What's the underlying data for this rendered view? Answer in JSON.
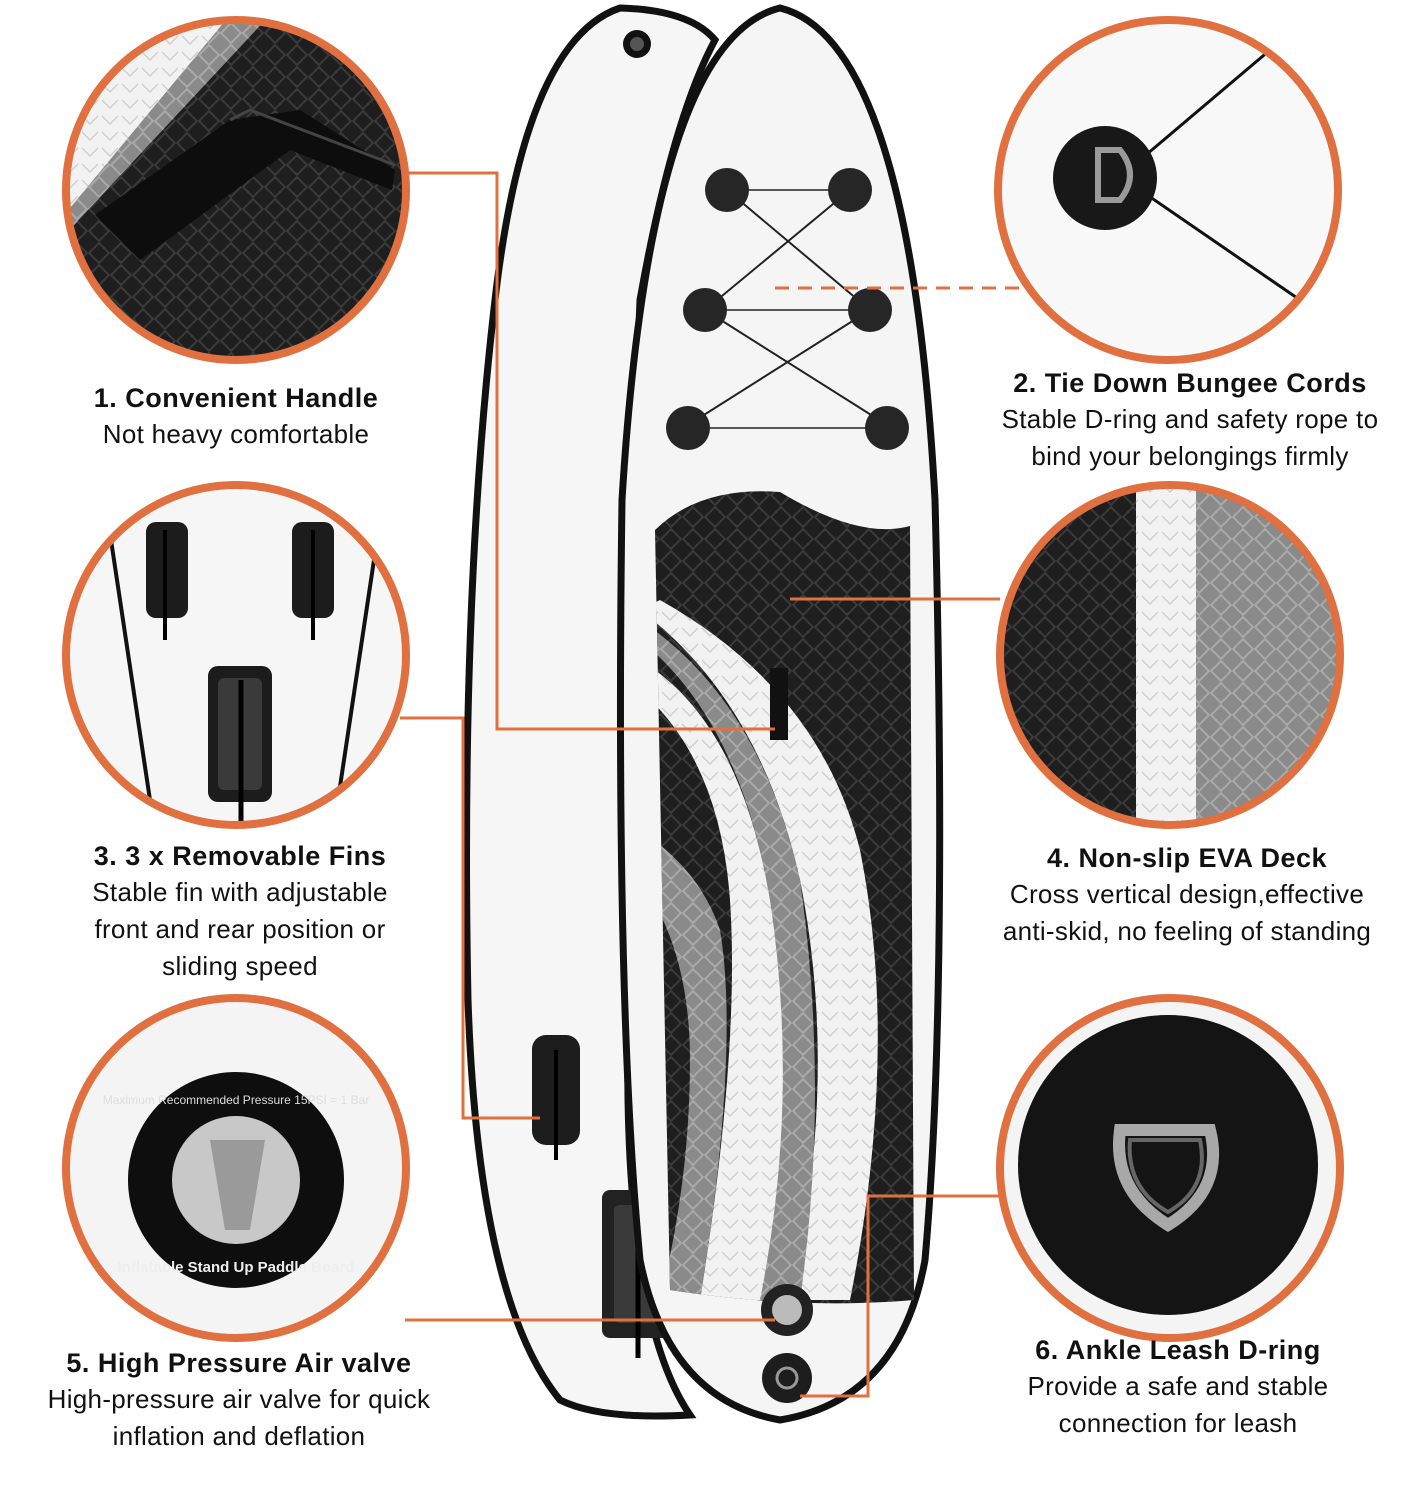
{
  "features": [
    {
      "title": "1. Convenient Handle",
      "desc": [
        "Not heavy comfortable"
      ]
    },
    {
      "title": "2. Tie Down Bungee Cords",
      "desc": [
        "Stable D-ring and safety rope to",
        "bind your belongings firmly"
      ]
    },
    {
      "title": "3. 3 x Removable Fins",
      "desc": [
        "Stable fin with adjustable",
        "front and rear position or",
        "sliding speed"
      ]
    },
    {
      "title": "4. Non-slip EVA Deck",
      "desc": [
        "Cross vertical design,effective",
        "anti-skid, no feeling of standing"
      ]
    },
    {
      "title": "5. High Pressure Air valve",
      "desc": [
        "High-pressure air valve for quick",
        "inflation and deflation"
      ]
    },
    {
      "title": "6. Ankle Leash D-ring",
      "desc": [
        "Provide a safe and stable",
        "connection for leash"
      ]
    }
  ],
  "valve_label": "Inflatable Stand Up Paddle Board",
  "valve_pressure": "Maximum Recommended Pressure 15PSI = 1 Bar",
  "colors": {
    "accent": "#e0703f",
    "deck_black": "#1c1c1c",
    "deck_grey": "#8e8e8e",
    "board_white": "#f5f5f5"
  }
}
